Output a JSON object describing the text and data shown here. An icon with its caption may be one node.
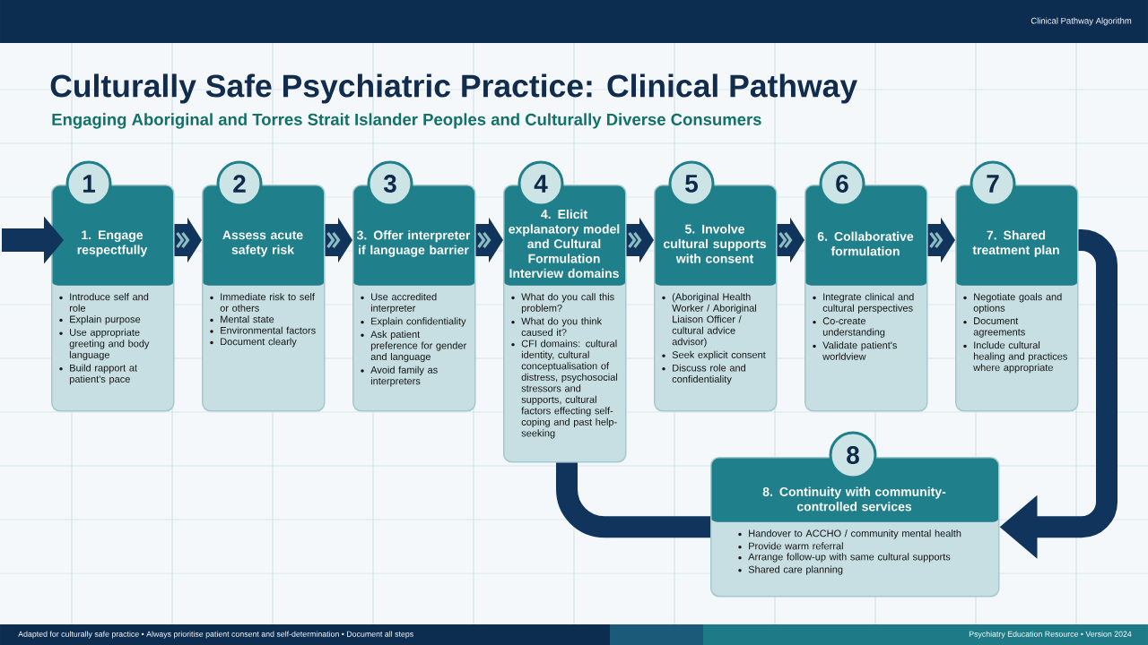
{
  "diagram": {
    "title": "Culturally Safe Psychiatric Practice: Clinical Pathway",
    "nodes": [
      {
        "text": [
          "1"
        ]
      },
      {
        "text": [
          "1. Engage respectfully",
          "Introduce self and role",
          "Explain purpose",
          "Use appropriate greeting and body language",
          "Build rapport at patient's pace"
        ]
      },
      {
        "text": [
          "2"
        ]
      },
      {
        "text": [
          "Assess acute safety risk",
          "Immediate risk to self or others",
          "Mental state",
          "Environmental factors",
          "Document clearly"
        ]
      },
      {
        "text": [
          "3"
        ]
      },
      {
        "text": [
          "3. Offer interpreter if language barrier",
          "Use accredited interpreter",
          "Explain confidentiality",
          "Ask patient preference for gender and language",
          "Avoid family as interpreters"
        ]
      },
      {
        "text": [
          "4"
        ]
      },
      {
        "text": [
          "4. Elicit explanatory model and Cultural Formulation Interview domains",
          "What do you call this problem?",
          "What do you think caused it?",
          "CFI domains: cultural identity, cultural conceptualisation of distress, psychosocial stressors and supports, cultural factors effecting self-coping and past help-seeking"
        ]
      },
      {
        "text": [
          "5"
        ]
      },
      {
        "text": [
          "5. Involve cultural supports with consent",
          "(Aboriginal Health Worker / Aboriginal Liaison Officer / cultural advice advisor)",
          "Seek explicit consent",
          "Discuss role and confidentiality"
        ]
      },
      {
        "text": [
          "6"
        ]
      },
      {
        "text": [
          "6. Collaborative formulation",
          "Integrate clinical and cultural perspectives",
          "Co-create understanding",
          "Validate patient's worldview"
        ]
      },
      {
        "text": [
          "7"
        ]
      },
      {
        "text": [
          "7. Shared treatment plan",
          "Negotiate goals and options",
          "Document agreements",
          "Include cultural healing and practices where appropriate"
        ]
      },
      {
        "text": [
          "8"
        ]
      },
      {
        "text": [
          "8. Continuity with community-controlled services",
          "Handover to ACCHO / community mental health",
          "Provide warm referral",
          "Arrange follow-up with same cultural supports",
          "Shared care planning"
        ]
      }
    ],
    "edges": [
      {
        "from": null,
        "to": 1,
        "arrow": "to"
      },
      {
        "from": 1,
        "to": 3,
        "arrow": "to"
      },
      {
        "from": 3,
        "to": 5,
        "arrow": "to"
      },
      {
        "from": 5,
        "to": 7,
        "arrow": "to"
      },
      {
        "from": 7,
        "to": 9,
        "arrow": "to"
      },
      {
        "from": 9,
        "to": 11,
        "arrow": "to"
      },
      {
        "from": 11,
        "to": 13,
        "arrow": "to"
      },
      {
        "from": 13,
        "to": 15,
        "arrow": "to"
      },
      {
        "from": 7,
        "to": 15,
        "arrow": "none"
      }
    ],
    "labels": [
      "Clinical Pathway Algorithm",
      "Engaging Aboriginal and Torres Strait Islander Peoples and Culturally Diverse Consumers",
      "Adapted for culturally safe practice • Always prioritise patient consent and self-determination • Document all steps",
      "Psychiatry Education Resource • Version 2024"
    ]
  }
}
